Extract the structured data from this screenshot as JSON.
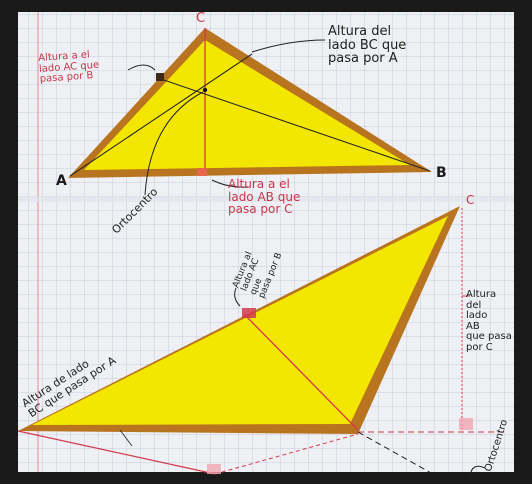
{
  "colors": {
    "paper": "#eef0f4",
    "grid": "#b9c3d6",
    "fill": "#f3e600",
    "border": "#b8741e",
    "red_ink": "#d23a4e",
    "black_ink": "#1f1f1f"
  },
  "triangle_top": {
    "vertex_a": "A",
    "vertex_b": "B",
    "vertex_c": "C",
    "note_bc": "Altura del\nlado BC que\npasa por A",
    "note_ac": "Altura a el\nlado AC que\npasa por B",
    "note_ab": "Altura a el\nlado AB que\npasa por C",
    "ortocentro": "Ortocentro"
  },
  "triangle_bottom": {
    "vertex_c": "C",
    "note_ab": "Altura\ndel\nlado\nAB\nque pasa\npor C",
    "note_bc": "Altura de lado\nBC que pasa por A",
    "note_ac": "Altura al\nlado AC\nque\npasa por B",
    "ortocentro": "Ortocentro"
  }
}
